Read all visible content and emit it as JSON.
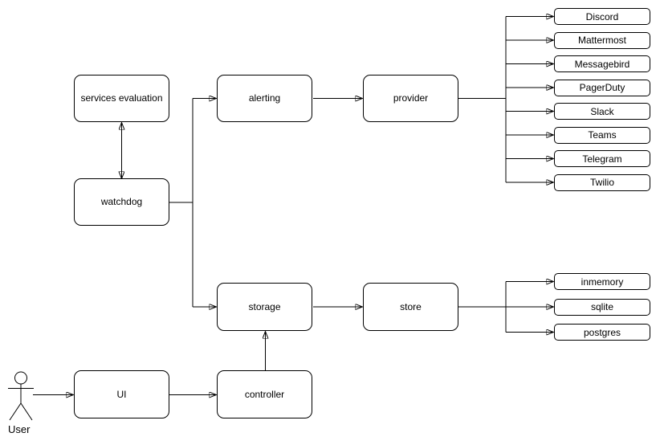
{
  "nodes": {
    "services_evaluation": {
      "label": "services evaluation"
    },
    "watchdog": {
      "label": "watchdog"
    },
    "alerting": {
      "label": "alerting"
    },
    "provider": {
      "label": "provider"
    },
    "storage": {
      "label": "storage"
    },
    "store": {
      "label": "store"
    },
    "ui": {
      "label": "UI"
    },
    "controller": {
      "label": "controller"
    }
  },
  "provider_leaves": [
    "Discord",
    "Mattermost",
    "Messagebird",
    "PagerDuty",
    "Slack",
    "Teams",
    "Telegram",
    "Twilio"
  ],
  "store_leaves": [
    "inmemory",
    "sqlite",
    "postgres"
  ],
  "actor": {
    "label": "User"
  },
  "colors": {
    "stroke": "#000000",
    "node_fill": "#ffffff",
    "text": "#000000",
    "background": "#ffffff"
  }
}
